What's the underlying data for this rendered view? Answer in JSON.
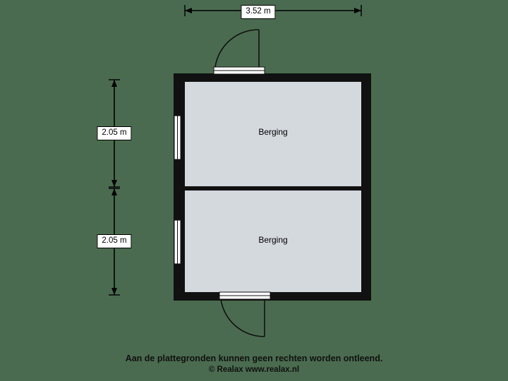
{
  "floorplan": {
    "background_color": "#4a6b4f",
    "wall_color": "#111111",
    "room_fill_color": "#d4d9de",
    "dimensions": {
      "top": {
        "label": "3.52 m"
      },
      "left_upper": {
        "label": "2.05 m"
      },
      "left_lower": {
        "label": "2.05 m"
      }
    },
    "rooms": [
      {
        "name": "Berging",
        "label": "Berging"
      },
      {
        "name": "Berging",
        "label": "Berging"
      }
    ],
    "features": {
      "door_top": "door-swing-top",
      "door_bottom": "door-swing-bottom",
      "window_upper_left": "window-left-upper",
      "window_lower_left": "window-left-lower"
    }
  },
  "footer": {
    "line1": "Aan de plattegronden kunnen geen rechten worden ontleend.",
    "line2": "© Realax www.realax.nl"
  }
}
